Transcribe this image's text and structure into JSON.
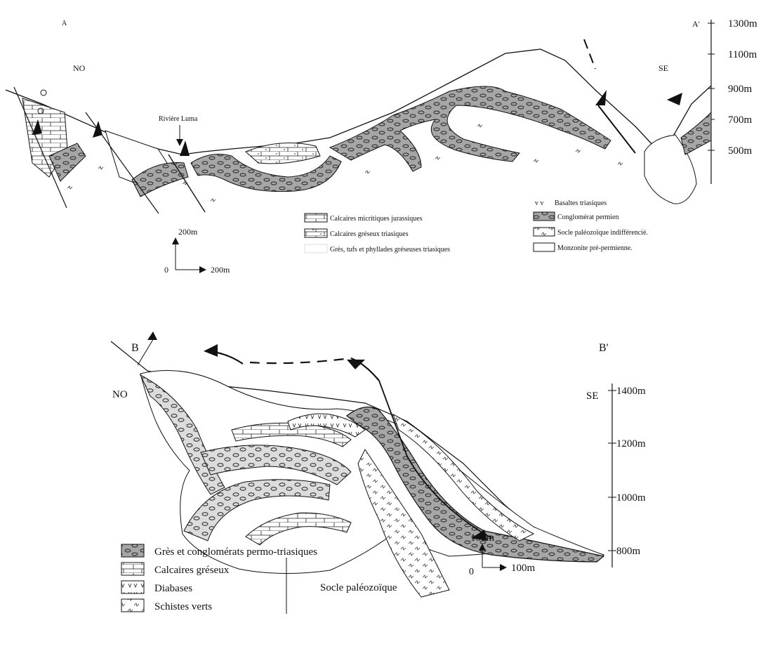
{
  "section_a": {
    "label_left": "A",
    "label_right": "A'",
    "dir_left": "NO",
    "dir_right": "SE",
    "river": "Rivière Luma",
    "elevations": [
      "1300m",
      "1100m",
      "900m",
      "700m",
      "500m"
    ],
    "scale_vertical": "200m",
    "scale_horizontal": "200m",
    "scale_origin": "0",
    "legend_left": [
      "Calcaires micritiques jurassiques",
      "Calcaires gréseux triasiques",
      "Grès, tufs et phyllades gréseuses triasiques"
    ],
    "legend_right": [
      "Basaltes triasiques",
      "Conglomérat permien",
      "Socle paléozoïque indifférencié.",
      "Monzonite pré-permienne."
    ]
  },
  "section_b": {
    "label_left": "B",
    "label_right": "B'",
    "dir_left": "NO",
    "dir_right": "SE",
    "elevations": [
      "1400m",
      "1200m",
      "1000m",
      "800m"
    ],
    "scale_vertical": "100m",
    "scale_horizontal": "100m",
    "scale_origin": "0",
    "legend": [
      "Grès et conglomérats permo-triasiques",
      "Calcaires gréseux",
      "Diabases",
      "Schistes verts"
    ],
    "bracket_label": "Socle paléozoïque"
  },
  "colors": {
    "conglomerate": "#a8a8a8",
    "ink": "#111111",
    "pale_fill": "#dcdcdc"
  }
}
